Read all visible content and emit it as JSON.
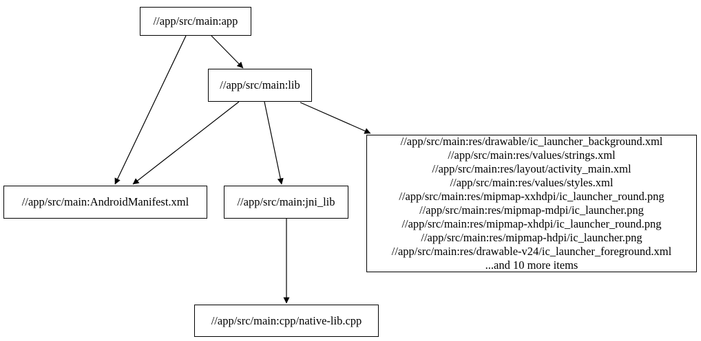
{
  "graph": {
    "type": "dependency-graph",
    "colors": {
      "background": "#ffffff",
      "node_fill": "#ffffff",
      "node_border": "#000000",
      "edge": "#000000",
      "text": "#000000"
    },
    "nodes": [
      {
        "id": "app",
        "label": "//app/src/main:app"
      },
      {
        "id": "lib",
        "label": "//app/src/main:lib"
      },
      {
        "id": "android_manifest",
        "label": "//app/src/main:AndroidManifest.xml"
      },
      {
        "id": "jni_lib",
        "label": "//app/src/main:jni_lib"
      },
      {
        "id": "res_files",
        "label_lines": [
          "//app/src/main:res/drawable/ic_launcher_background.xml",
          "//app/src/main:res/values/strings.xml",
          "//app/src/main:res/layout/activity_main.xml",
          "//app/src/main:res/values/styles.xml",
          "//app/src/main:res/mipmap-xxhdpi/ic_launcher_round.png",
          "//app/src/main:res/mipmap-mdpi/ic_launcher.png",
          "//app/src/main:res/mipmap-xhdpi/ic_launcher_round.png",
          "//app/src/main:res/mipmap-hdpi/ic_launcher.png",
          "//app/src/main:res/drawable-v24/ic_launcher_foreground.xml",
          "...and 10 more items"
        ]
      },
      {
        "id": "native_lib_cpp",
        "label": "//app/src/main:cpp/native-lib.cpp"
      }
    ],
    "edges": [
      {
        "from": "app",
        "to": "lib"
      },
      {
        "from": "app",
        "to": "android_manifest"
      },
      {
        "from": "lib",
        "to": "android_manifest"
      },
      {
        "from": "lib",
        "to": "jni_lib"
      },
      {
        "from": "lib",
        "to": "res_files"
      },
      {
        "from": "jni_lib",
        "to": "native_lib_cpp"
      }
    ]
  }
}
